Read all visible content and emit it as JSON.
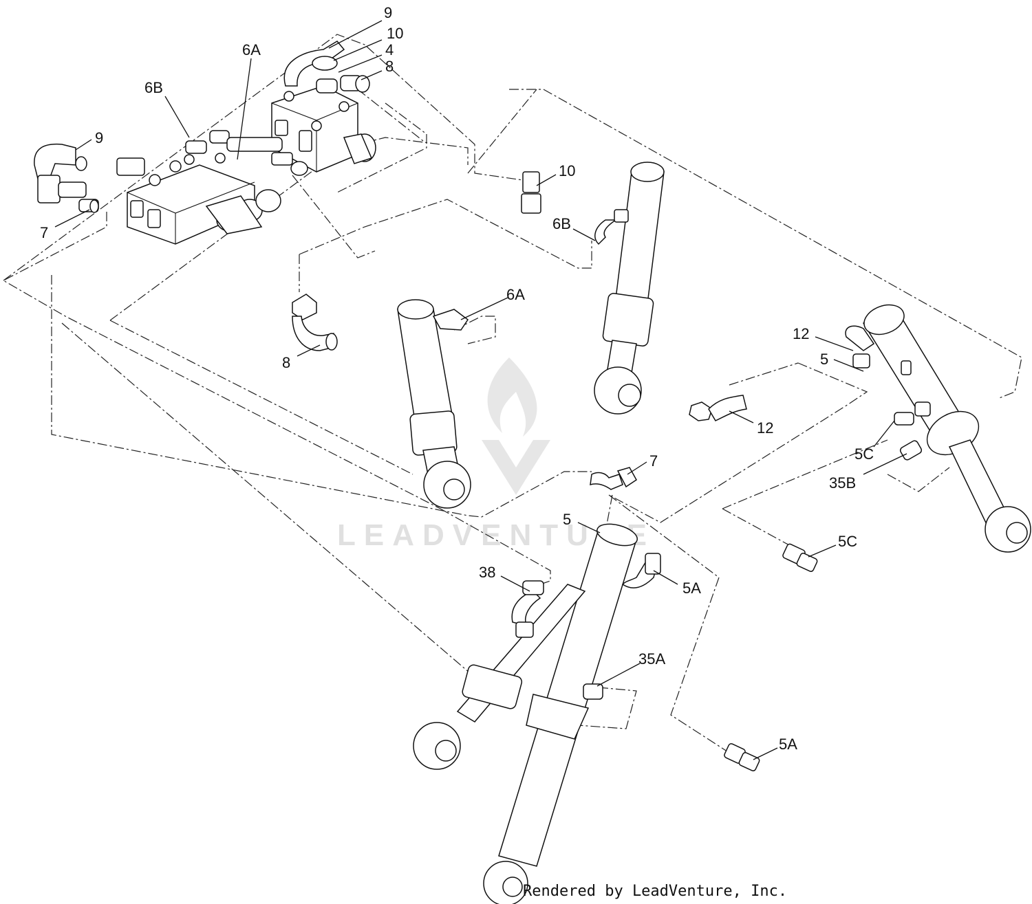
{
  "callouts": {
    "c9a": "9",
    "c10a": "10",
    "c4": "4",
    "c8a": "8",
    "c6a_top": "6A",
    "c6b_top": "6B",
    "c9b": "9",
    "c7a": "7",
    "c10b": "10",
    "c6b_mid": "6B",
    "c6a_mid": "6A",
    "c8b": "8",
    "c12a": "12",
    "c5a": "5",
    "c12b": "12",
    "c5c_a": "5C",
    "c35b": "35B",
    "c7b": "7",
    "c5b": "5",
    "c5c_b": "5C",
    "c38": "38",
    "c5a_a": "5A",
    "c35a": "35A",
    "c5a_b": "5A"
  },
  "watermark": {
    "text": "LEADVENTURE",
    "icon": "flame-logo-icon"
  },
  "footer": {
    "text": "Rendered by LeadVenture, Inc."
  }
}
